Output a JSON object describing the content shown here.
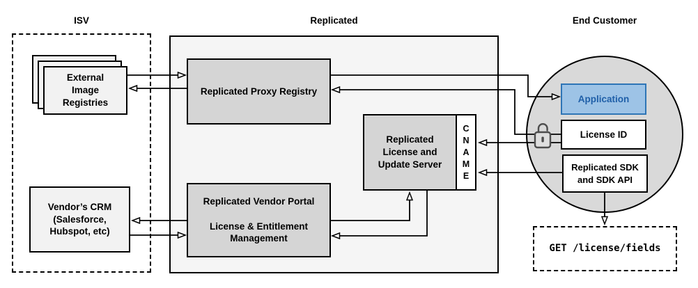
{
  "titles": {
    "isv": "ISV",
    "replicated": "Replicated",
    "end_customer": "End Customer"
  },
  "isv": {
    "registries_label": "External\nImage\nRegistries",
    "crm_label": "Vendor’s CRM\n(Salesforce,\nHubspot, etc)"
  },
  "replicated": {
    "proxy_registry_label": "Replicated Proxy Registry",
    "license_update_server_label": "Replicated\nLicense and\nUpdate Server",
    "cname_letters": [
      "C",
      "N",
      "A",
      "M",
      "E"
    ],
    "vendor_portal_label": "Replicated Vendor Portal\n\nLicense & Entitlement\nManagement"
  },
  "end_customer": {
    "application_label": "Application",
    "license_id_label": "License ID",
    "sdk_label": "Replicated SDK\nand SDK API",
    "get_request_label": "GET /license/fields"
  },
  "icons": {
    "unlock": "unlock-icon"
  },
  "colors": {
    "section_fill": "#f5f5f5",
    "node_fill": "#d5d5d5",
    "light_node_fill": "#f2f2f2",
    "circle_fill": "#d9d9d9",
    "accent_fill": "#9dc3e6",
    "accent_border": "#2e75b6",
    "accent_text": "#1f5fa8",
    "line": "#000000"
  }
}
